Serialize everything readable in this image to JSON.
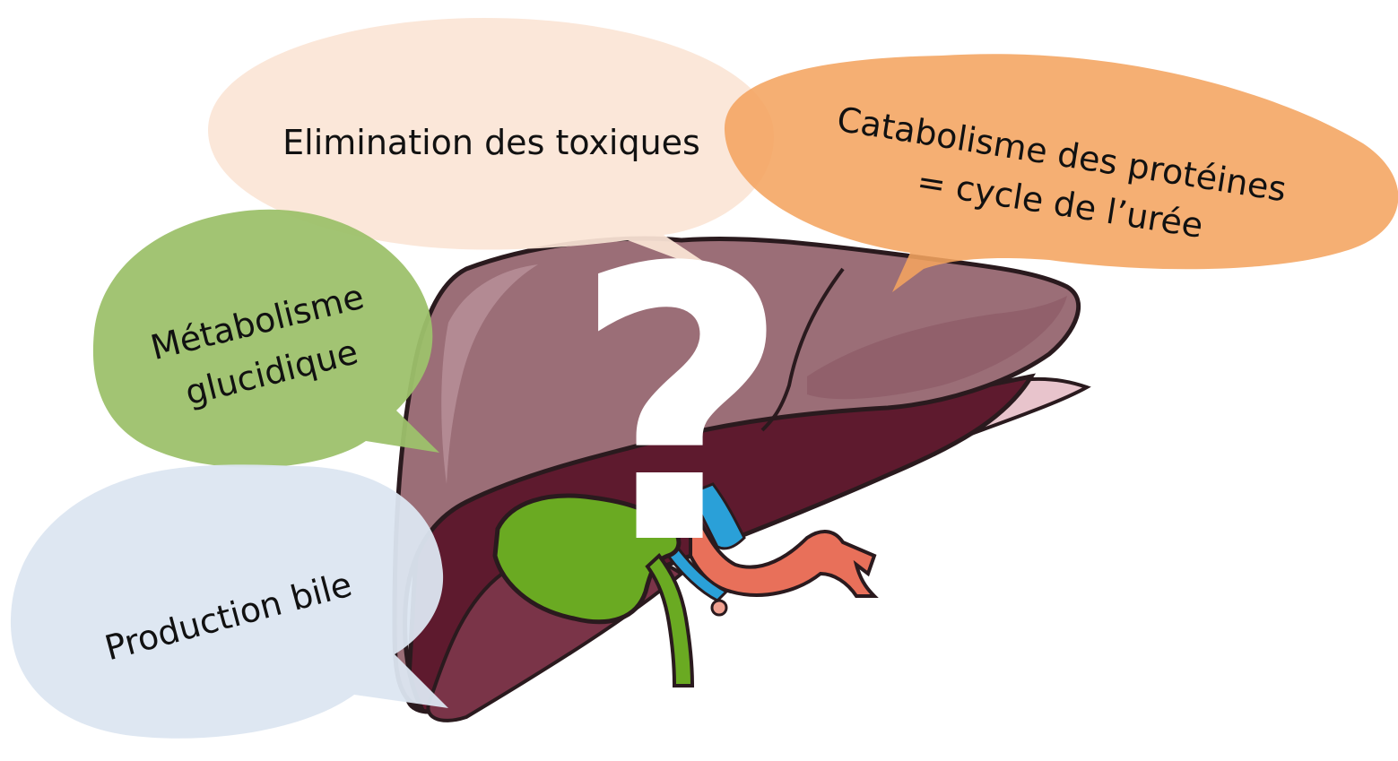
{
  "bubbles": {
    "toxiques": {
      "text": "Elimination des toxiques",
      "color": "#fbe5d6"
    },
    "proteines": {
      "line1": "Catabolisme des protéines",
      "line2": "= cycle de l’urée",
      "color": "#f4a460"
    },
    "glucidique": {
      "line1": "Métabolisme",
      "line2": "glucidique",
      "color": "#9dc16b"
    },
    "bile": {
      "text": "Production bile",
      "color": "#dce6f1"
    }
  },
  "center_mark": {
    "text": "?",
    "color": "#ffffff"
  },
  "colors": {
    "liver_light": "#9b6e77",
    "liver_dark": "#5e1a2e",
    "gallbladder": "#6aaa22",
    "artery": "#e8705a",
    "vein": "#2aa0d8",
    "ligament": "#e8c4cc"
  }
}
